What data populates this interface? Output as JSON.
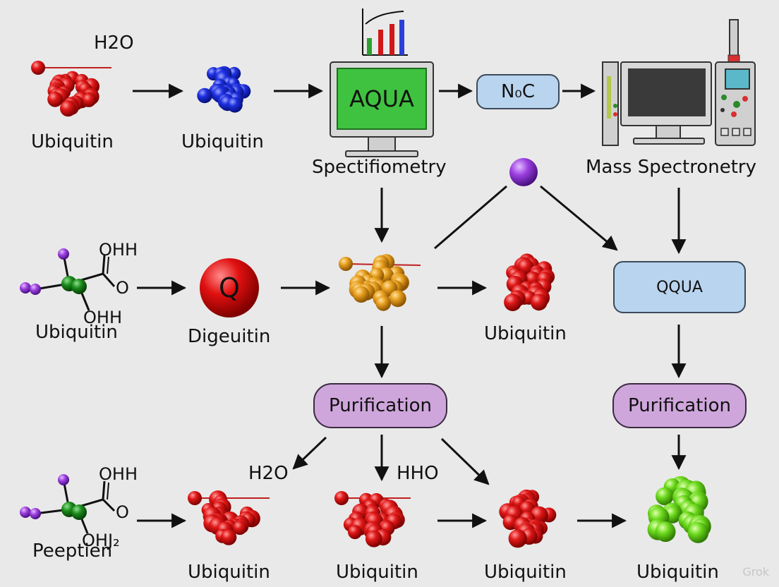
{
  "colors": {
    "background": "#e9e9e9",
    "red_protein": "#e01818",
    "blue_protein": "#1e2fe0",
    "orange_protein": "#e8a020",
    "green_protein": "#6fdc20",
    "box_blue": "#b9d4ee",
    "box_purple": "#cfa6dc",
    "screen_green": "#3fc23f",
    "purple_atom": "#9b3fe0",
    "green_atom": "#1a8a1a"
  },
  "labels": {
    "h2o_top": "H2O",
    "ubiquitin_1": "Ubiquitin",
    "ubiquitin_2": "Ubiquitin",
    "aqua_screen": "AQUA",
    "spectrometry": "Spectifiometry",
    "noc_box": "N₀C",
    "mass_spec": "Mass Spectronetry",
    "ohh_mid": "OHH",
    "o_mid": "O",
    "ohh_mid_lower": "OHH",
    "ubiquitin_mol": "Ubiquitin",
    "q_letter": "Q",
    "digeuitin": "Digeuitin",
    "ubiquitin_mid_right": "Ubiquitin",
    "qqua_box": "QQUA",
    "purification_left": "Purification",
    "purification_right": "Purification",
    "h2o_bottom": "H2O",
    "hho_bottom": "HHO",
    "ohh_bottom": "OHH",
    "o_bottom": "O",
    "ohl2_bottom": "OHJ₂",
    "peeptien": "Peeptien",
    "ubiquitin_b1": "Ubiquitin",
    "ubiquitin_b2": "Ubiquitin",
    "ubiquitin_b3": "Ubiquitin",
    "ubiquitin_b4": "Ubiquitin",
    "watermark": "Grok"
  }
}
